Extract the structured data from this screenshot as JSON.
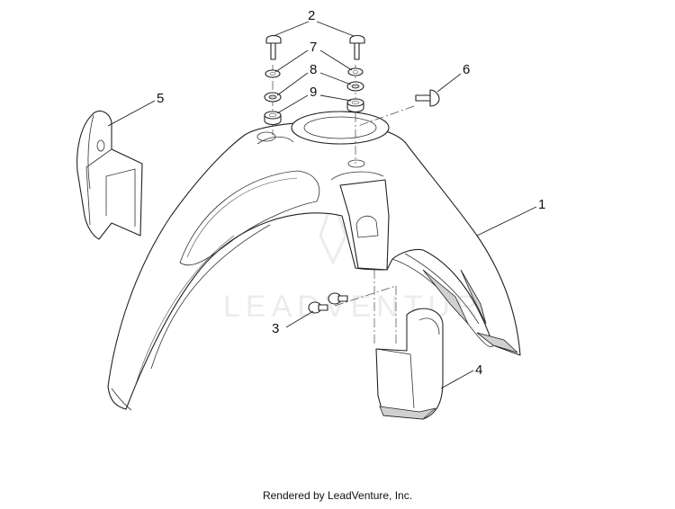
{
  "callouts": [
    {
      "id": "1",
      "text": "1"
    },
    {
      "id": "2",
      "text": "2"
    },
    {
      "id": "3",
      "text": "3"
    },
    {
      "id": "4",
      "text": "4"
    },
    {
      "id": "5",
      "text": "5"
    },
    {
      "id": "6",
      "text": "6"
    },
    {
      "id": "7",
      "text": "7"
    },
    {
      "id": "8",
      "text": "8"
    },
    {
      "id": "9",
      "text": "9"
    }
  ],
  "watermark": "LEADVENTURE",
  "footer": "Rendered by LeadVenture, Inc."
}
